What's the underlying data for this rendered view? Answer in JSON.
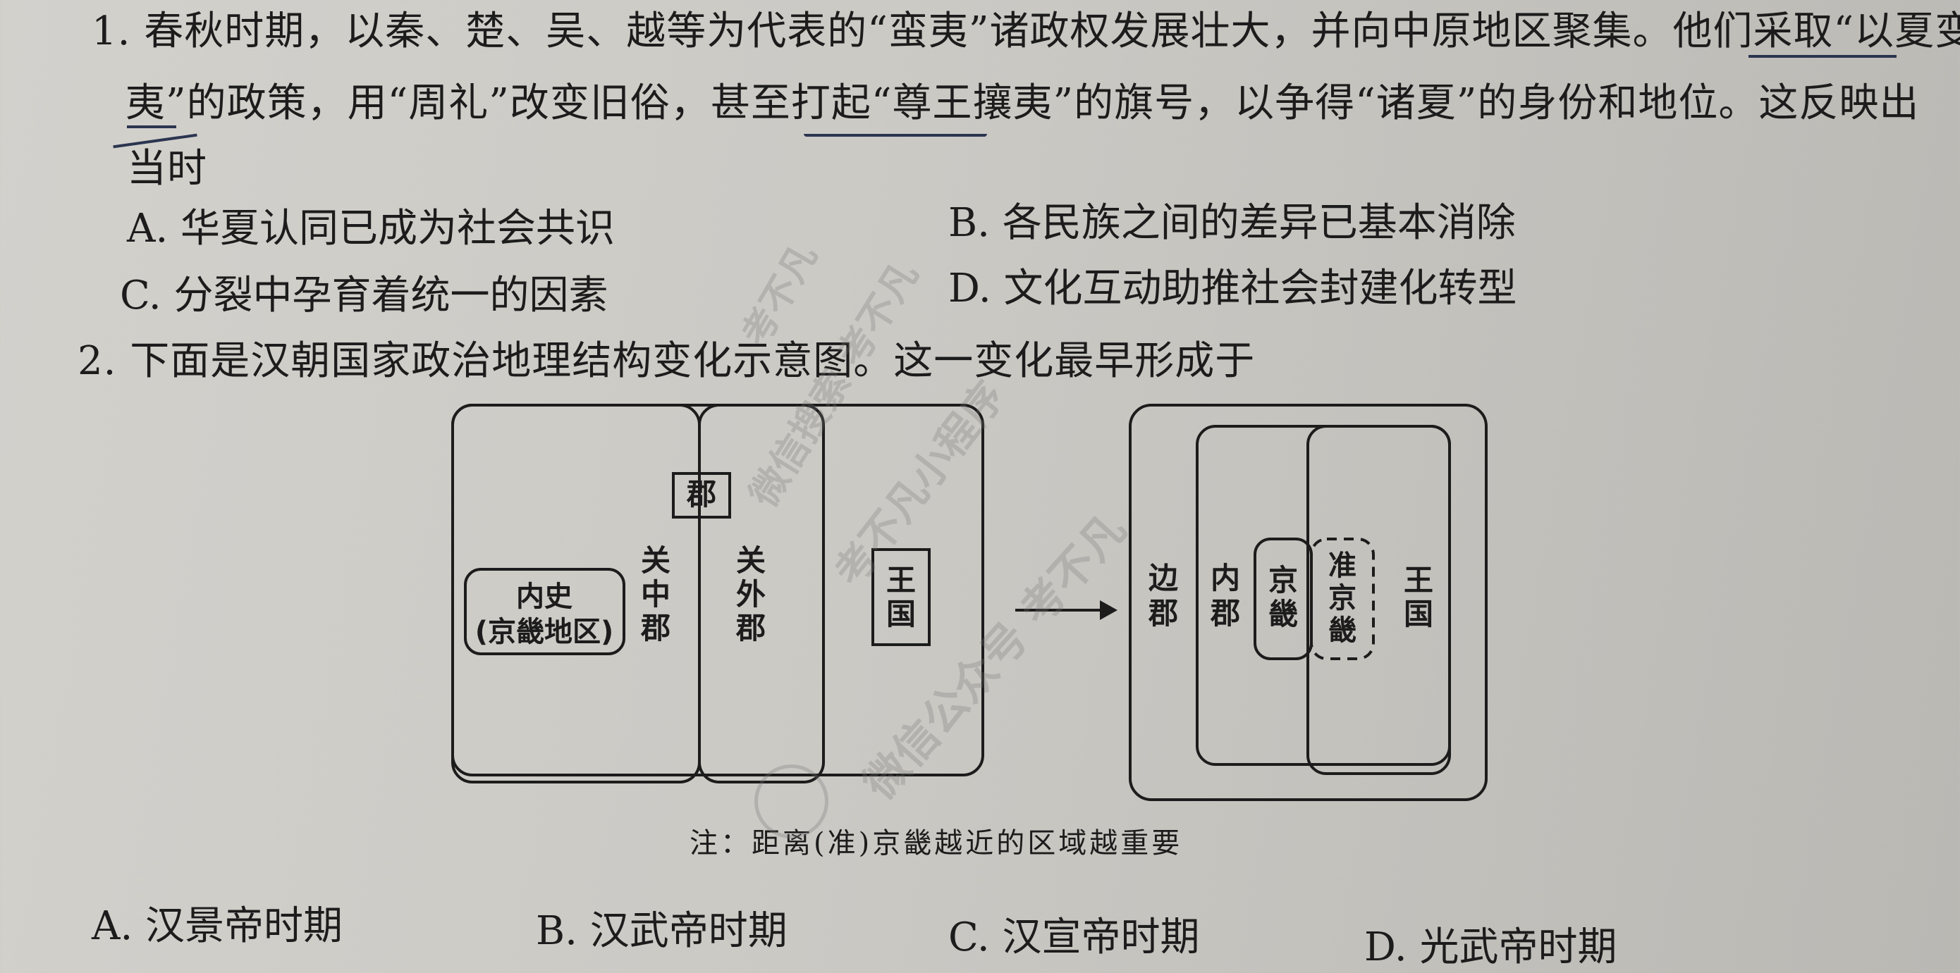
{
  "question1": {
    "line1": "1. 春秋时期，以秦、楚、吴、越等为代表的“蛮夷”诸政权发展壮大，并向中原地区聚集。他们采取“以夏变",
    "line2": "夷”的政策，用“周礼”改变旧俗，甚至打起“尊王攘夷”的旗号，以争得“诸夏”的身份和地位。这反映出",
    "line3": "当时",
    "options": {
      "a": "A. 华夏认同已成为社会共识",
      "b": "B. 各民族之间的差异已基本消除",
      "c": "C. 分裂中孕育着统一的因素",
      "d": "D. 文化互动助推社会封建化转型"
    }
  },
  "question2": {
    "stem": "2. 下面是汉朝国家政治地理结构变化示意图。这一变化最早形成于",
    "diagram": {
      "left": {
        "neishi": "内史",
        "jingji_area": "(京畿地区)",
        "guanzhong": "关中郡",
        "jun": "郡",
        "guanwai": "关外郡",
        "wangguo": "王国"
      },
      "right": {
        "bianjun": "边郡",
        "neijun": "内郡",
        "jingji": "京畿",
        "zhunjingji": "准京畿",
        "wangguo": "王国"
      },
      "note": "注：距离(准)京畿越近的区域越重要"
    },
    "options": {
      "a": "A. 汉景帝时期",
      "b": "B. 汉武帝时期",
      "c": "C. 汉宣帝时期",
      "d": "D. 光武帝时期"
    }
  },
  "watermark": {
    "line1": "考不凡",
    "line2": "微信搜索 考不凡",
    "line3": "考不凡小程序",
    "line4": "微信公众号 考不凡"
  }
}
